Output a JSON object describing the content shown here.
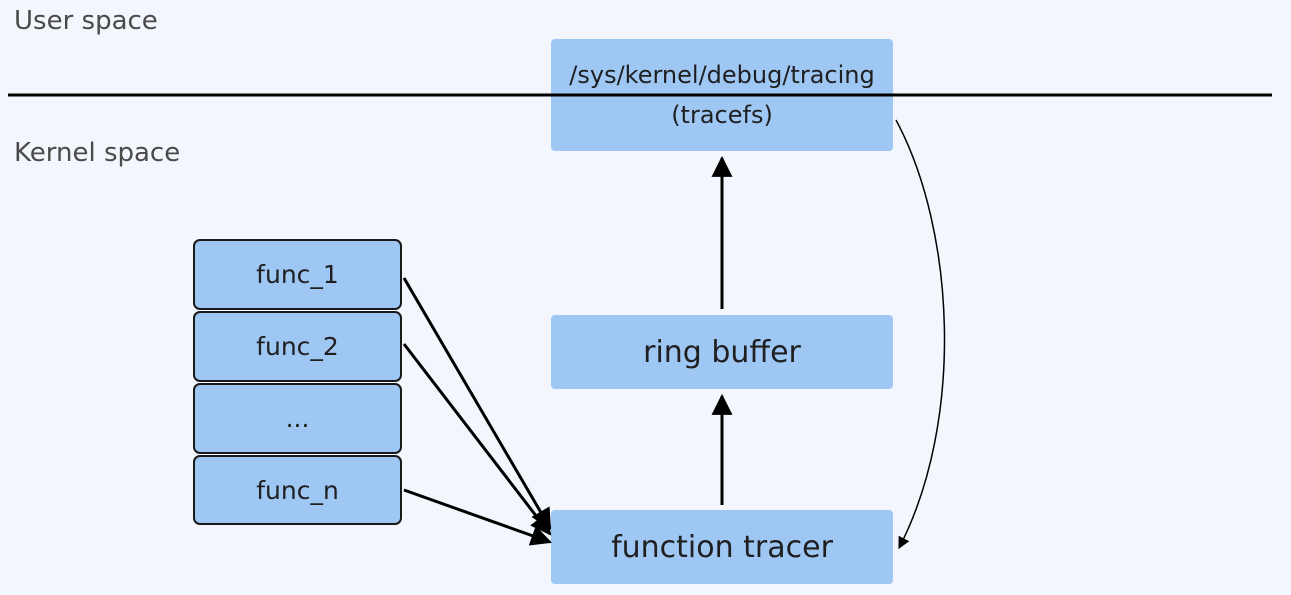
{
  "zones": {
    "user_space": "User space",
    "kernel_space": "Kernel space"
  },
  "tracefs": {
    "path": "/sys/kernel/debug/tracing",
    "name": "(tracefs)"
  },
  "ring_buffer": "ring buffer",
  "function_tracer": "function tracer",
  "functions": [
    "func_1",
    "func_2",
    "...",
    "func_n"
  ],
  "colors": {
    "box_fill": "#9ec7f4",
    "background": "#f3f7fd",
    "line": "#000000"
  }
}
